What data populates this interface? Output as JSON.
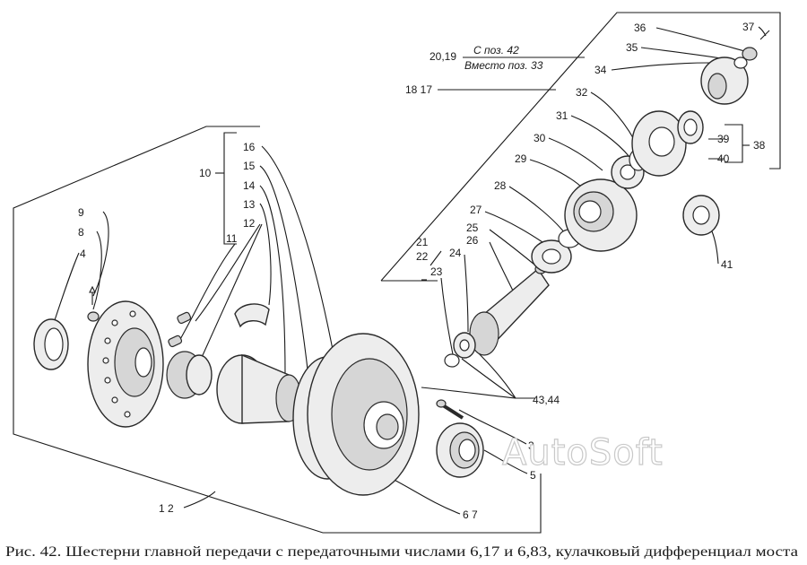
{
  "labels": {
    "l16": "16",
    "l15": "15",
    "l14": "14",
    "l13": "13",
    "l12": "12",
    "l11": "11",
    "l10": "10",
    "l9": "9",
    "l8": "8",
    "l4": "4",
    "l1_2": "1 2",
    "l6_7": "6 7",
    "l3": "3",
    "l5": "5",
    "l43_44": "43,44",
    "l23": "23",
    "l24": "24",
    "l21": "21",
    "l22": "22",
    "l26": "26",
    "l25": "25",
    "l27": "27",
    "l28": "28",
    "l29": "29",
    "l30": "30",
    "l31": "31",
    "l32": "32",
    "l34": "34",
    "l35": "35",
    "l36": "36",
    "l37": "37",
    "l39": "39",
    "l40": "40",
    "l38": "38",
    "l41": "41",
    "l18_17": "18 17",
    "l20_19": "20,19",
    "note_top": "С поз. 42",
    "note_bottom": "Вместо поз. 33"
  },
  "watermark": "AutoSoft",
  "caption": "Рис. 42. Шестерни главной передачи с передаточными числами 6,17 и 6,83, кулачковый дифференциал моста"
}
